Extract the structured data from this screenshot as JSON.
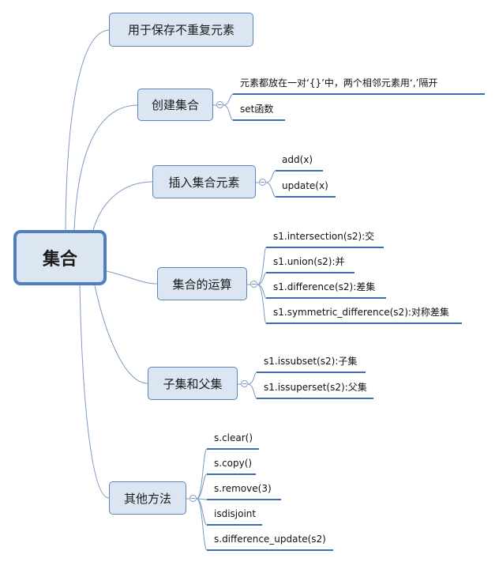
{
  "root": {
    "label": "集合"
  },
  "branches": [
    {
      "id": "b1",
      "label": "用于保存不重复元素",
      "children": []
    },
    {
      "id": "b2",
      "label": "创建集合",
      "children": [
        "元素都放在一对‘{}’中，两个相邻元素用‘,’隔开",
        "set函数"
      ]
    },
    {
      "id": "b3",
      "label": "插入集合元素",
      "children": [
        "add(x)",
        "update(x)"
      ]
    },
    {
      "id": "b4",
      "label": "集合的运算",
      "children": [
        "s1.intersection(s2):交",
        "s1.union(s2):并",
        "s1.difference(s2):差集",
        "s1.symmetric_difference(s2):对称差集"
      ]
    },
    {
      "id": "b5",
      "label": "子集和父集",
      "children": [
        "s1.issubset(s2):子集",
        "s1.issuperset(s2):父集"
      ]
    },
    {
      "id": "b6",
      "label": "其他方法",
      "children": [
        "s.clear()",
        "s.copy()",
        "s.remove(3)",
        "isdisjoint",
        "s.difference_update(s2)"
      ]
    }
  ],
  "colors": {
    "line": "#3d6fb0",
    "connector": "#7c9ac4",
    "node_fill": "#dce6f2",
    "node_border": "#5b85b8"
  }
}
